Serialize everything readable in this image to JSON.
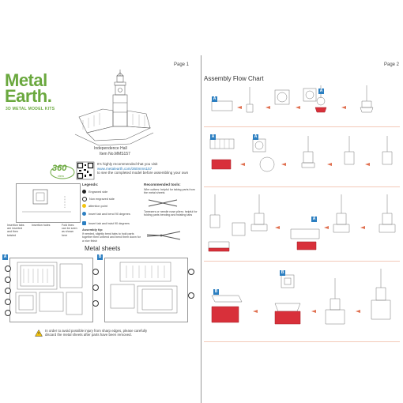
{
  "page1": {
    "page_number": "Page 1",
    "brand_line1": "Metal",
    "brand_line2": "Earth.",
    "tagline": "3D METAL MODEL KITS",
    "model_name": "Independence Hall",
    "item_number": "Item No.MMS157",
    "badge_360": "360",
    "badge_view": "view",
    "instructions_text": "It's highly recommended that you visit",
    "instructions_link": "www.metalearth.com/360mms157",
    "instructions_text2": "to see the completed model before assembling your own",
    "legends_title": "Legends:",
    "legends": [
      {
        "label": "Engraved side",
        "icon": "engraved-side-icon"
      },
      {
        "label": "Non engraved side",
        "icon": "non-engraved-icon"
      },
      {
        "label": "attention point",
        "icon": "attention-icon"
      },
      {
        "label": "Insert tab and bend 90 degrees",
        "icon": "bend-90-icon"
      },
      {
        "label": "Insert tab and twist 90 degrees",
        "icon": "twist-90-icon"
      }
    ],
    "tools_title": "Recommended tools:",
    "tools_text1": "Wire cutters: helpful for taking parts from the metal sheets",
    "tools_text2": "Tweezers or needle nose pliers: helpful for folding parts bending and twisting tabs",
    "assembly_tip_title": "Assembly tip:",
    "assembly_tip_text": "If needed, slightly bend tabs to hold parts together then unbend and bend them down for a nice finish",
    "diagram_labels": {
      "insertion_tabs": "Insertion tabs are inserted and then twisted",
      "insertion_holes": "Insertion holes",
      "fold_lines": "Fold lines can be seen as shown here"
    },
    "metal_sheets_title": "Metal sheets",
    "sheet_a": "A",
    "sheet_b": "B",
    "warning_line1": "In order to avoid possible injury from sharp edges, please carefully",
    "warning_line2": "discard the metal sheets after parts have been removed."
  },
  "page2": {
    "page_number": "Page 2",
    "title": "Assembly Flow Chart"
  },
  "colors": {
    "brand_green": "#6aa83e",
    "badge_blue": "#2c7fc1",
    "part_red": "#d8303a",
    "divider_pink": "#f3c9b8"
  }
}
